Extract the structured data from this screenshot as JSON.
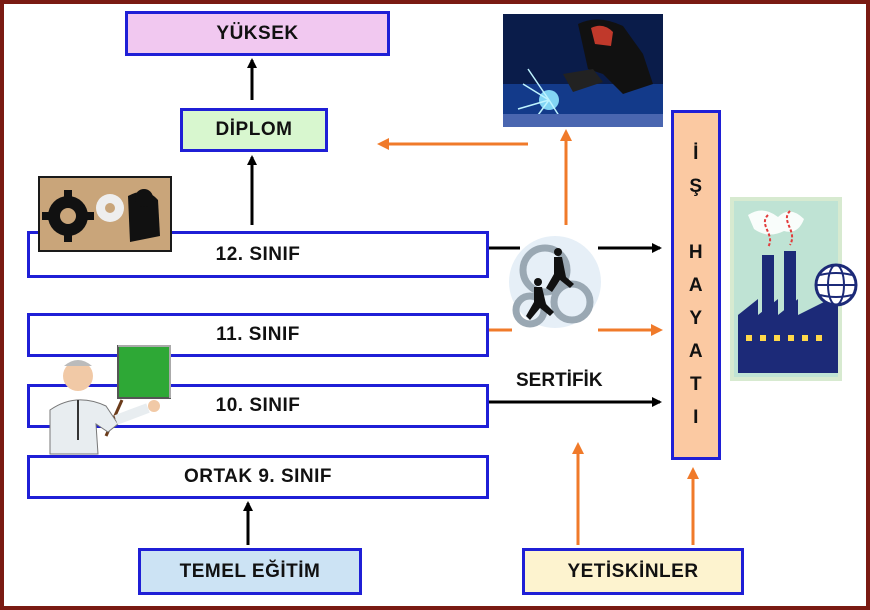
{
  "boxes": {
    "yuksek": "YÜKSEK",
    "diplom": "DİPLOM",
    "sinif12": "12. SINIF",
    "sinif11": "11. SINIF",
    "sinif10": "10. SINIF",
    "ortak9": "ORTAK 9. SINIF",
    "temel_egitim": "TEMEL EĞİTİM",
    "yetiskinler": "YETİSKİNLER"
  },
  "is_hayati": [
    "İ",
    "Ş",
    "",
    "H",
    "A",
    "Y",
    "A",
    "T",
    "I"
  ],
  "sertifik": "SERTİFİK",
  "colors": {
    "border": "#1f1fd6",
    "arrow_black": "#000000",
    "arrow_orange": "#f07a2a",
    "frame": "#7a1a12"
  },
  "icons": [
    "welder-clipart",
    "gears-manager-clipart",
    "teacher-clipart",
    "businessmen-gears-clipart",
    "factory-globe-clipart"
  ]
}
